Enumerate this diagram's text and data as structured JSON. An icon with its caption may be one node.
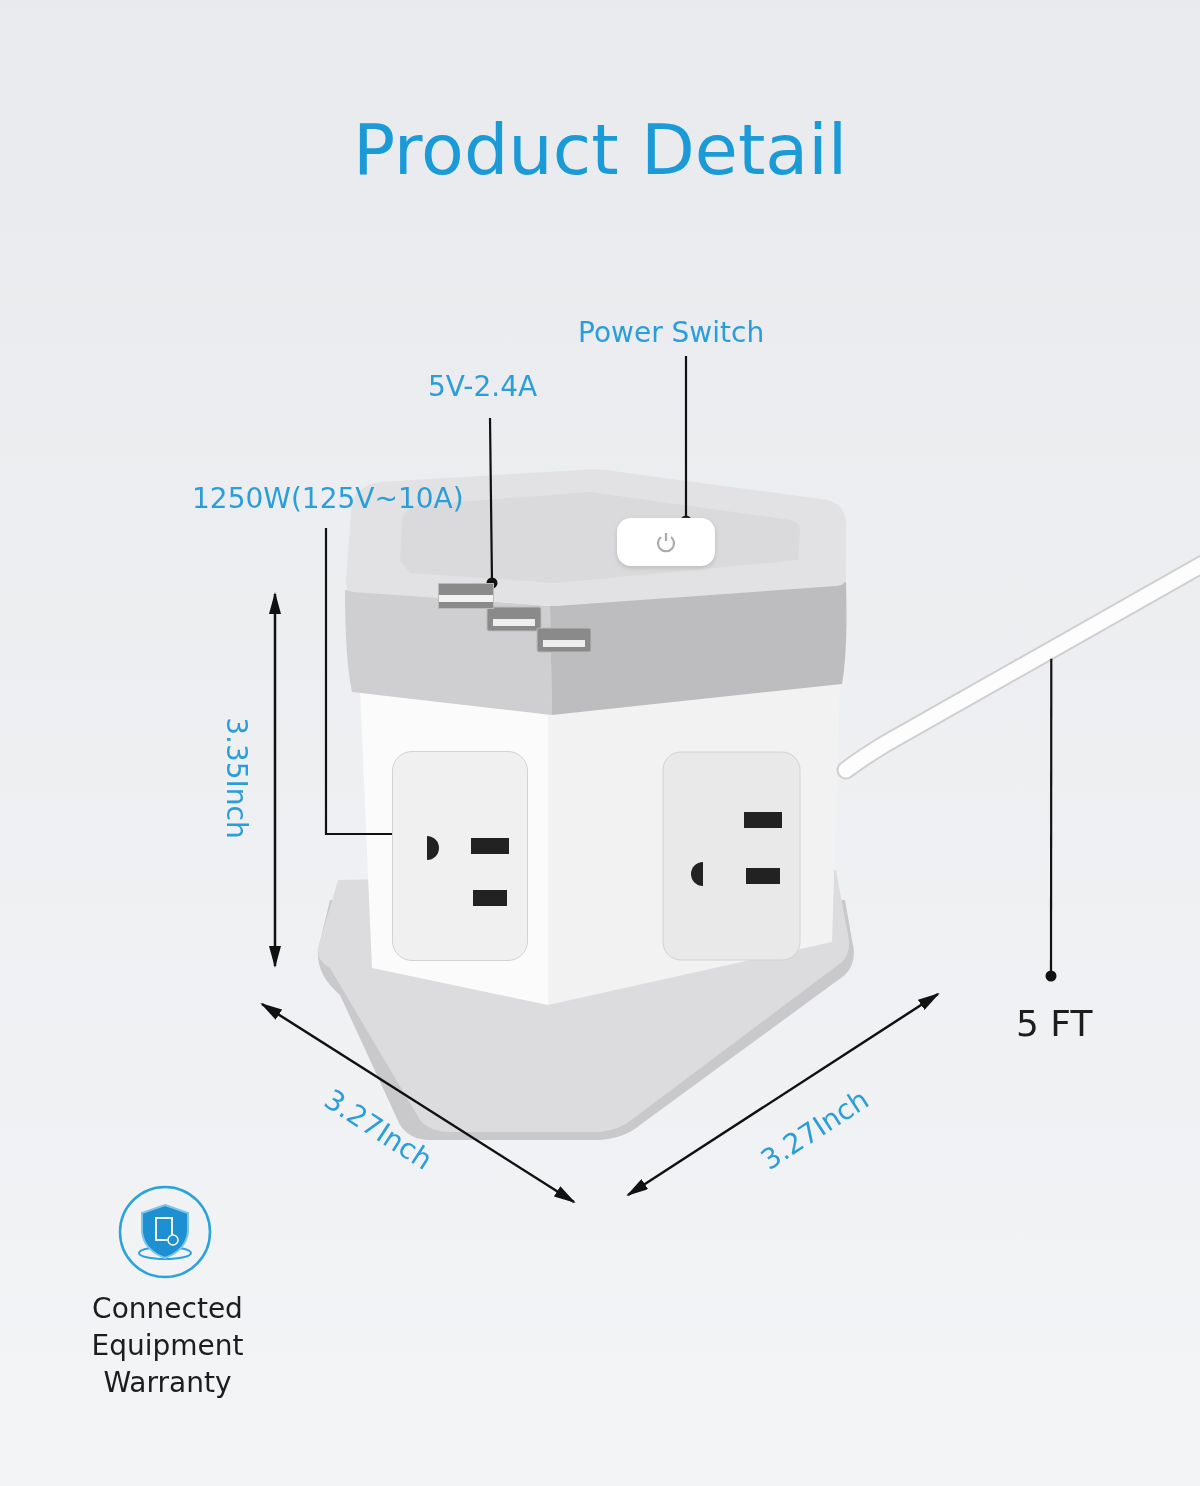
{
  "diagram": {
    "title": "Product Detail",
    "nodes": [
      {
        "text": [
          "Power Switch"
        ]
      },
      {
        "text": [],
        "shape": "box"
      },
      {
        "text": [
          "5V-2.4A"
        ]
      },
      {
        "text": [],
        "shape": "box"
      },
      {
        "text": [
          "1250W(125V~10A)"
        ]
      },
      {
        "text": [],
        "shape": "box"
      },
      {
        "text": [
          "5 FT"
        ]
      },
      {
        "text": [],
        "shape": "picture"
      }
    ],
    "edges": [
      {
        "from": 0,
        "to": 1,
        "arrow": "other"
      },
      {
        "from": 2,
        "to": 3,
        "arrow": "other"
      },
      {
        "from": 4,
        "to": 5,
        "arrow": "other"
      },
      {
        "from": 7,
        "to": 6,
        "arrow": "other"
      }
    ],
    "labels": [
      "3.35Inch",
      "3.27Inch",
      "3.27Inch",
      "Connected Equipment Warranty"
    ]
  }
}
